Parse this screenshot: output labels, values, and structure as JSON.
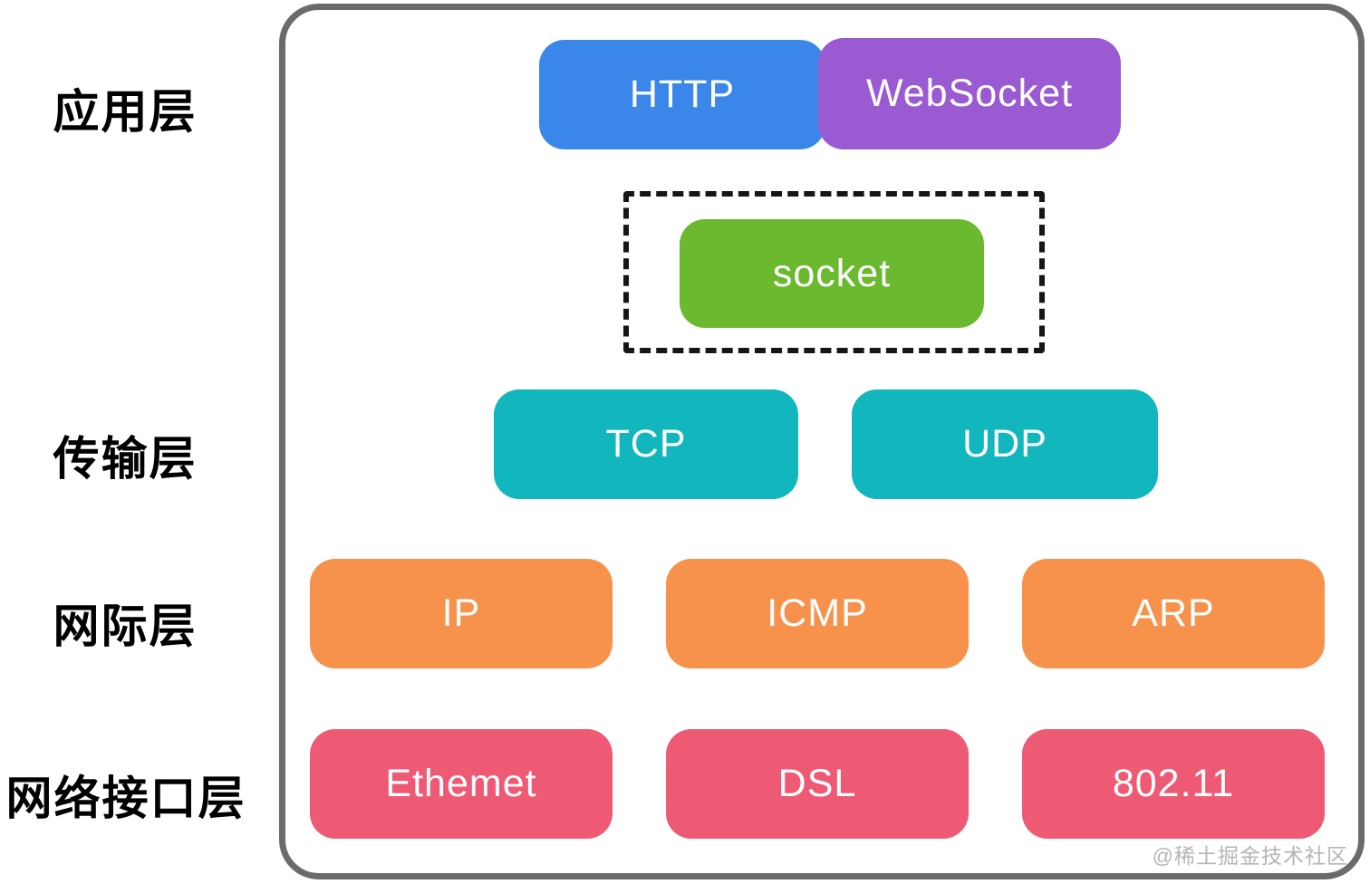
{
  "diagram": {
    "watermark": "@稀土掘金技术社区",
    "layer_labels": [
      {
        "id": "application-layer",
        "label": "应用层"
      },
      {
        "id": "transport-layer",
        "label": "传输层"
      },
      {
        "id": "internet-layer",
        "label": "网际层"
      },
      {
        "id": "network-interface-layer",
        "label": "网络接口层"
      }
    ],
    "nodes": {
      "http": {
        "label": "HTTP",
        "color": "#3b87e9"
      },
      "websocket": {
        "label": "WebSocket",
        "color": "#9a5ad1"
      },
      "socket": {
        "label": "socket",
        "color": "#6ab92f"
      },
      "tcp": {
        "label": "TCP",
        "color": "#12b6bd"
      },
      "udp": {
        "label": "UDP",
        "color": "#12b6bd"
      },
      "ip": {
        "label": "IP",
        "color": "#f6924b"
      },
      "icmp": {
        "label": "ICMP",
        "color": "#f6924b"
      },
      "arp": {
        "label": "ARP",
        "color": "#f6924b"
      },
      "ethernet": {
        "label": "Ethemet",
        "color": "#ee5a74"
      },
      "dsl": {
        "label": "DSL",
        "color": "#ee5a74"
      },
      "wifi": {
        "label": "802.11",
        "color": "#ee5a74"
      }
    },
    "frame_color": "#6b6b6b",
    "dashed_border_color": "#161616"
  }
}
